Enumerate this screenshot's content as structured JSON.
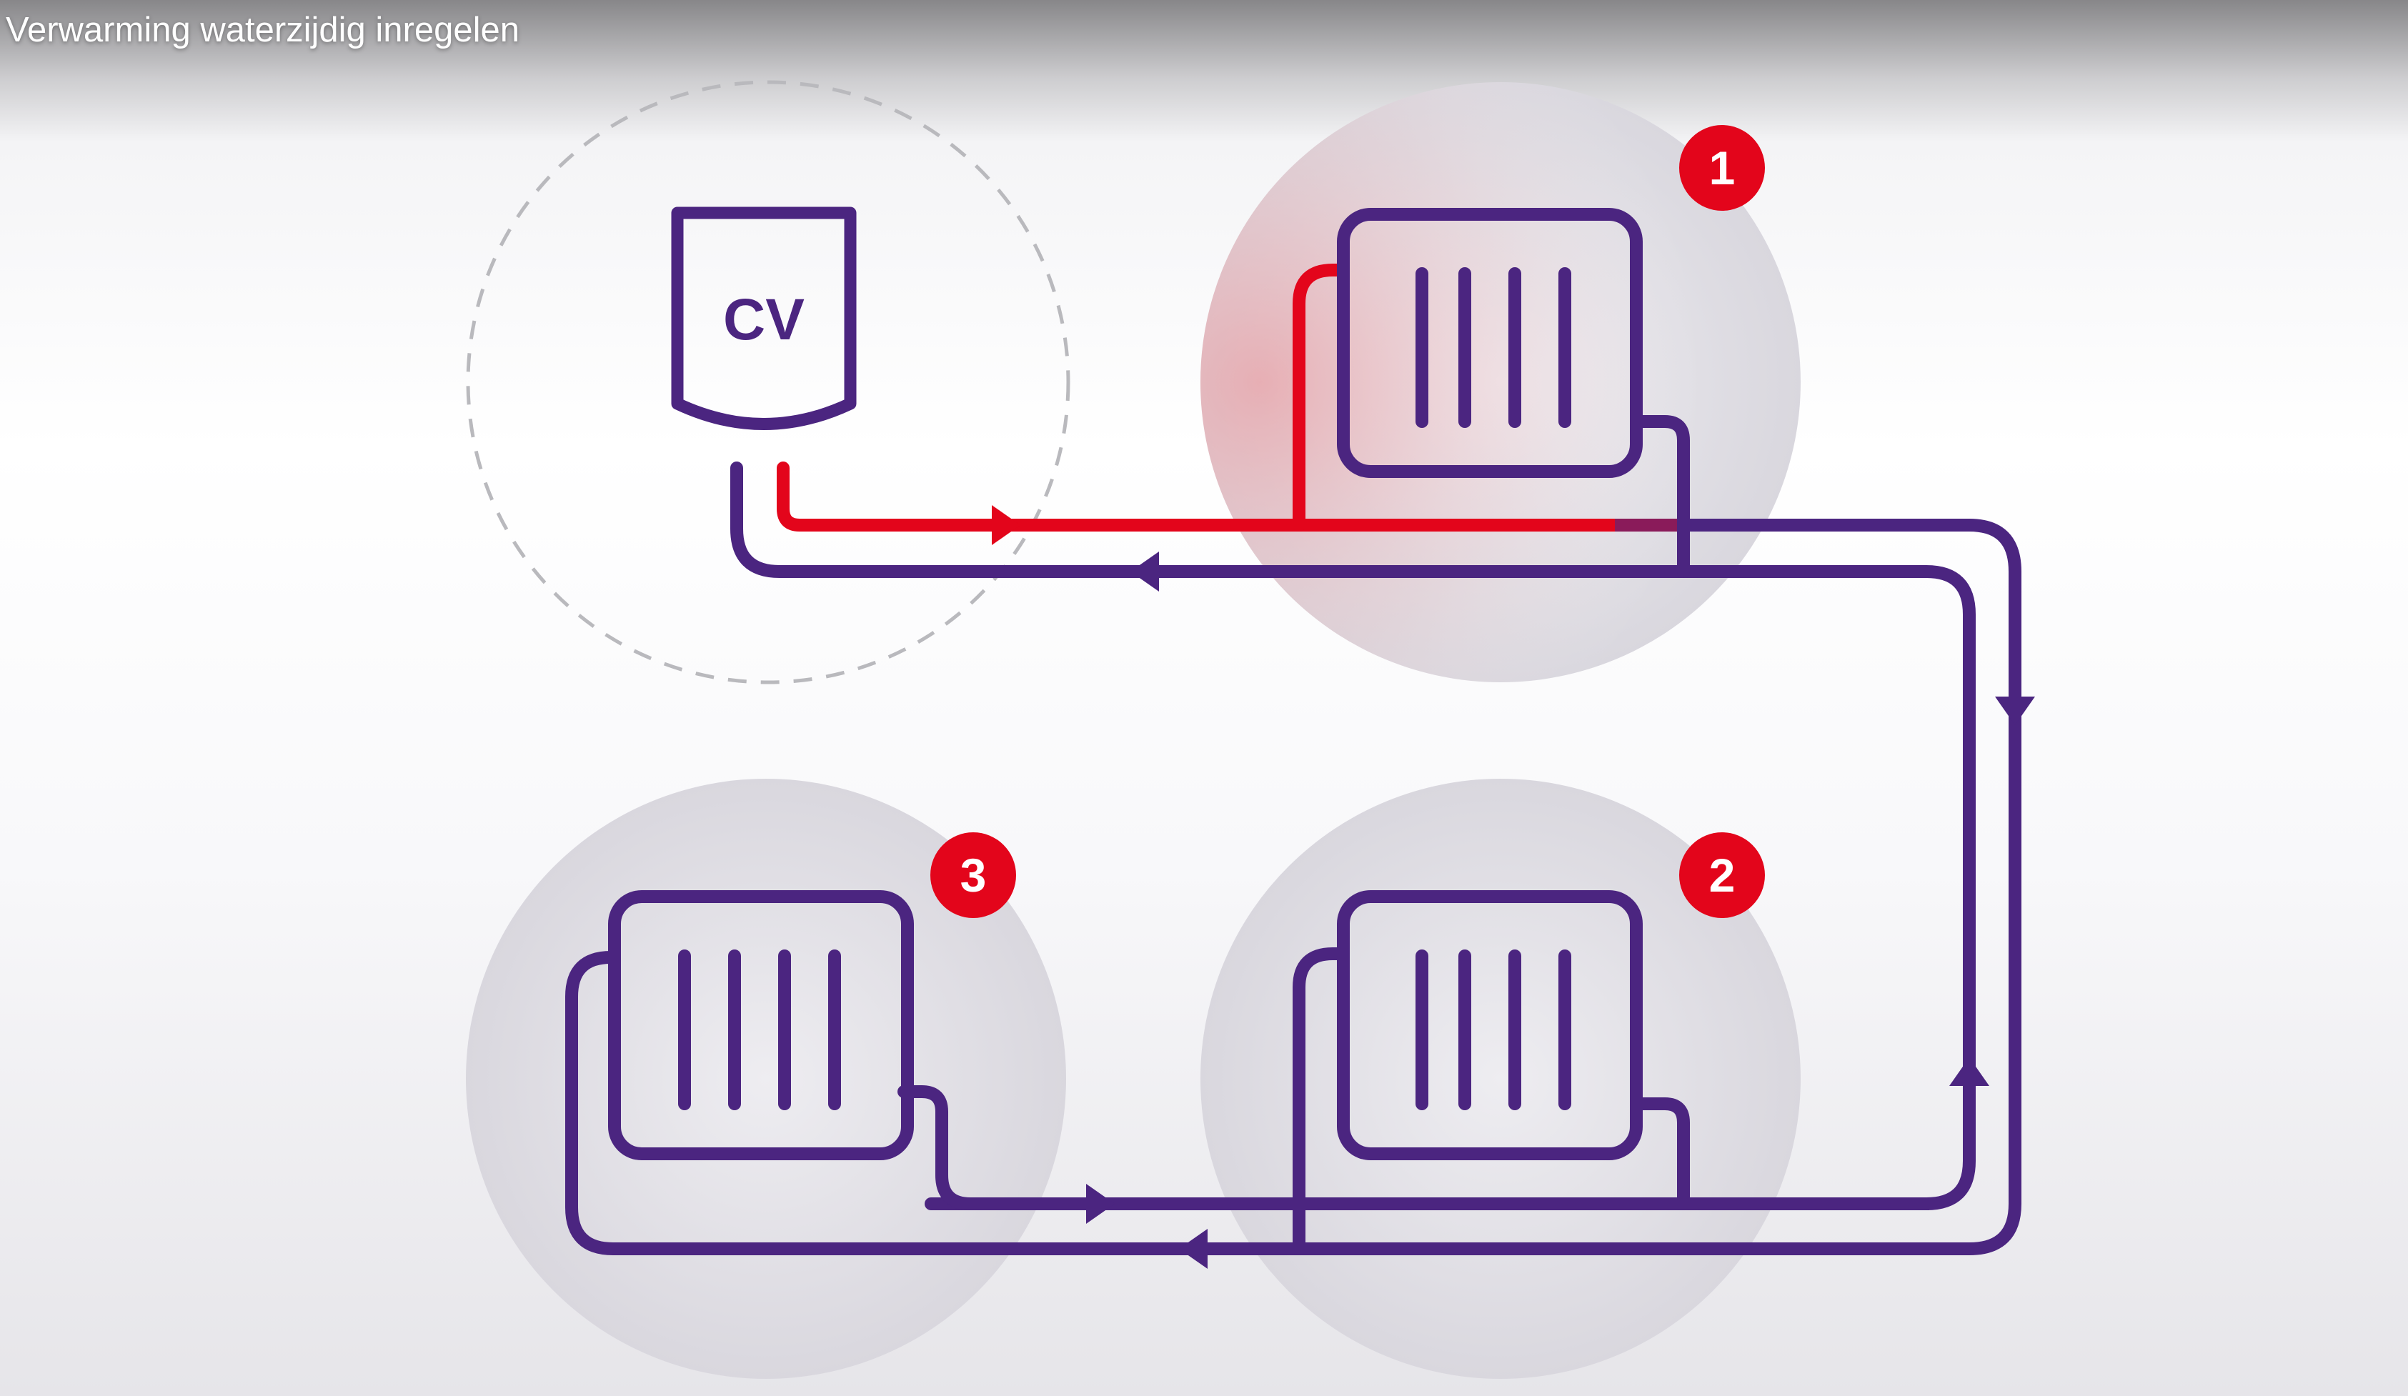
{
  "video": {
    "title": "Verwarming waterzijdig inregelen"
  },
  "boiler": {
    "label": "CV"
  },
  "radiators": [
    {
      "number": "1",
      "state": "heated"
    },
    {
      "number": "2",
      "state": "cold"
    },
    {
      "number": "3",
      "state": "cold"
    }
  ],
  "colors": {
    "pipe": "#4b2580",
    "hot": "#e3051b",
    "badge": "#e3051b",
    "badge_text": "#ffffff",
    "room_circle": "#e2e0e7",
    "dashed_circle": "#b9b9bd"
  }
}
